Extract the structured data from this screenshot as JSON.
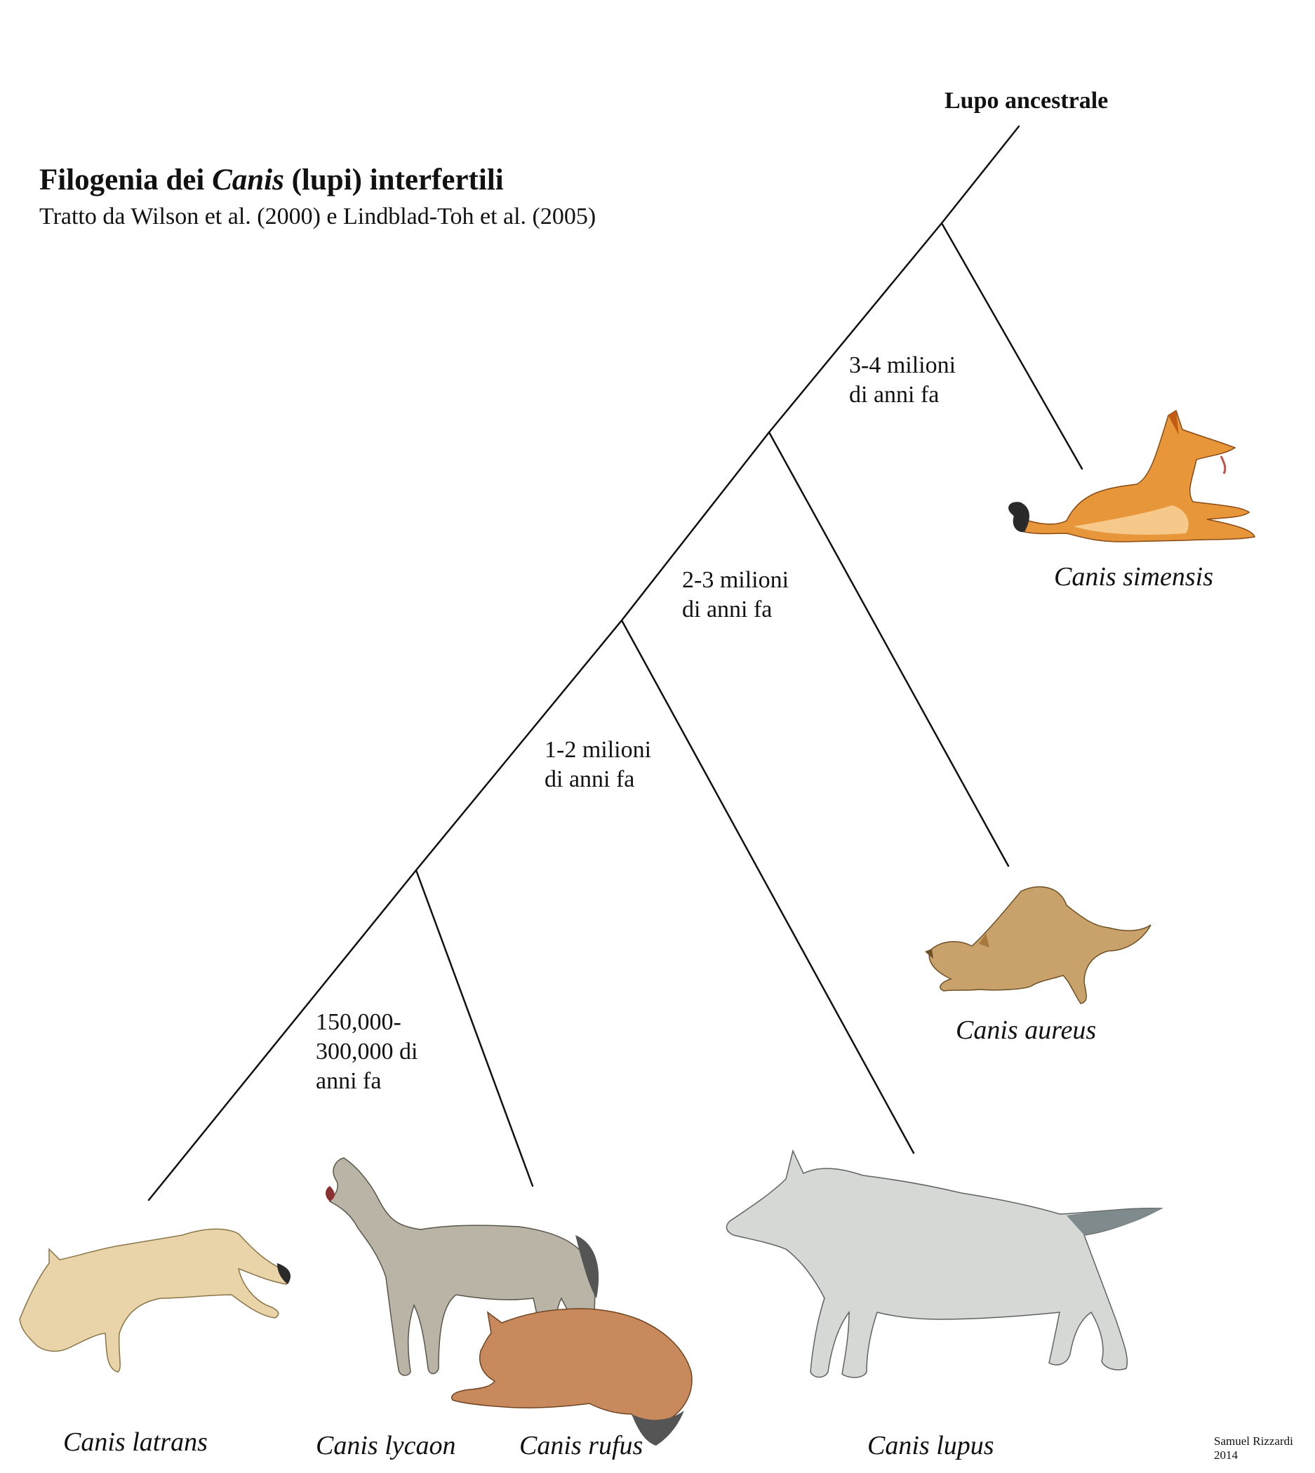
{
  "title": {
    "prefix": "Filogenia dei ",
    "genus": "Canis",
    "suffix": " (lupi) interfertili"
  },
  "subtitle": "Tratto da Wilson et al. (2000) e Lindblad-Toh et al. (2005)",
  "root_label": "Lupo ancestrale",
  "divergence_times": [
    {
      "line1": "3-4 milioni",
      "line2": "di anni fa"
    },
    {
      "line1": "2-3 milioni",
      "line2": "di anni fa"
    },
    {
      "line1": "1-2 milioni",
      "line2": "di anni fa"
    },
    {
      "line1": "150,000-",
      "line2": "300,000 di",
      "line3": "anni fa"
    }
  ],
  "species": {
    "simensis": "Canis simensis",
    "aureus": "Canis aureus",
    "latrans": "Canis latrans",
    "lycaon": "Canis lycaon",
    "rufus": "Canis rufus",
    "lupus": "Canis lupus"
  },
  "credit": {
    "name": "Samuel Rizzardi",
    "year": "2014"
  },
  "colors": {
    "line": "#111111",
    "simensis_body": "#e8963a",
    "simensis_light": "#f6c98a",
    "aureus_body": "#c9a26b",
    "latrans_body": "#e8d4a8",
    "lycaon_body": "#b9b4a6",
    "rufus_body": "#c8895c",
    "lupus_body": "#d6d8d6",
    "dark_tip": "#2a2a2a"
  }
}
